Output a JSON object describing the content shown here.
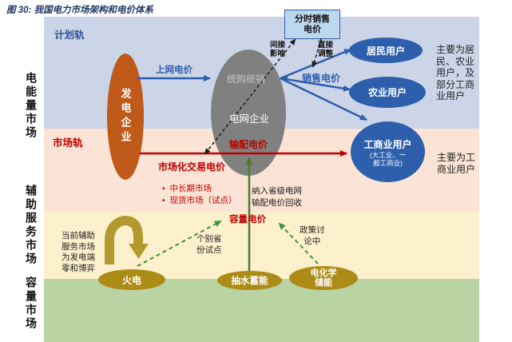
{
  "figure": {
    "title": "图 30:  我国电力市场架构和电价体系"
  },
  "left_axis": {
    "energy_market": "电能量市场",
    "ancillary_market": "辅助服务市场",
    "capacity_market": "容量市场"
  },
  "tracks": {
    "planned": "计划轨",
    "market": "市场轨"
  },
  "entities": {
    "generator": "发电企业",
    "grid_top": "统购统销",
    "grid_name": "电网企业",
    "grid_bottom_price": "输配电价",
    "residential": "居民用户",
    "agricultural": "农业用户",
    "industrial": "工商业用户",
    "industrial_sub": "(大工业、一\n般工商业)",
    "thermal": "火电",
    "pumped_storage": "抽水蓄能",
    "electrochemical_storage": "电化学\n储能"
  },
  "prices": {
    "ongrid": "上网电价",
    "sales": "销售电价",
    "tou_box": "分时销售\n电价",
    "market_trade": "市场化交易电价",
    "market_trade_items": [
      "中长期市场",
      "现货市场（试点）"
    ],
    "capacity": "容量电价"
  },
  "annotations": {
    "indirect_influence": "间接\n影响",
    "direct_adjust": "直接\n调整",
    "recovery_note": "纳入省级电网\n输配电价回收",
    "ancillary_note": "当前辅助\n服务市场\n为发电端\n零和博弈",
    "pilot_note": "个别省\n份试点",
    "policy_note": "政策讨\n论中",
    "users_note_top": "主要为居\n民、农业\n用户，及\n部分工商\n业用户",
    "users_note_bottom": "主要为工\n商业用户"
  },
  "ui": {
    "bullet": "•"
  },
  "colors": {
    "title_navy": "#1f3864",
    "band_planned_blue": "#ccd5e8",
    "band_market_pink": "#fbe3d5",
    "band_ancillary_yellow": "#fdf0cc",
    "band_capacity_green": "#b9d3a2",
    "generator_orange": "#c05a1a",
    "grid_gray": "#808080",
    "user_blue": "#2e5fac",
    "storage_gold": "#ad8b17",
    "arrow_blue": "#2e5fac",
    "arrow_red": "#c00000",
    "arrow_green_solid": "#4e7a2e",
    "arrow_green_dashed": "#3f9140",
    "loop_gold": "#b2992e",
    "tou_box_fill": "#bdd7ee"
  }
}
